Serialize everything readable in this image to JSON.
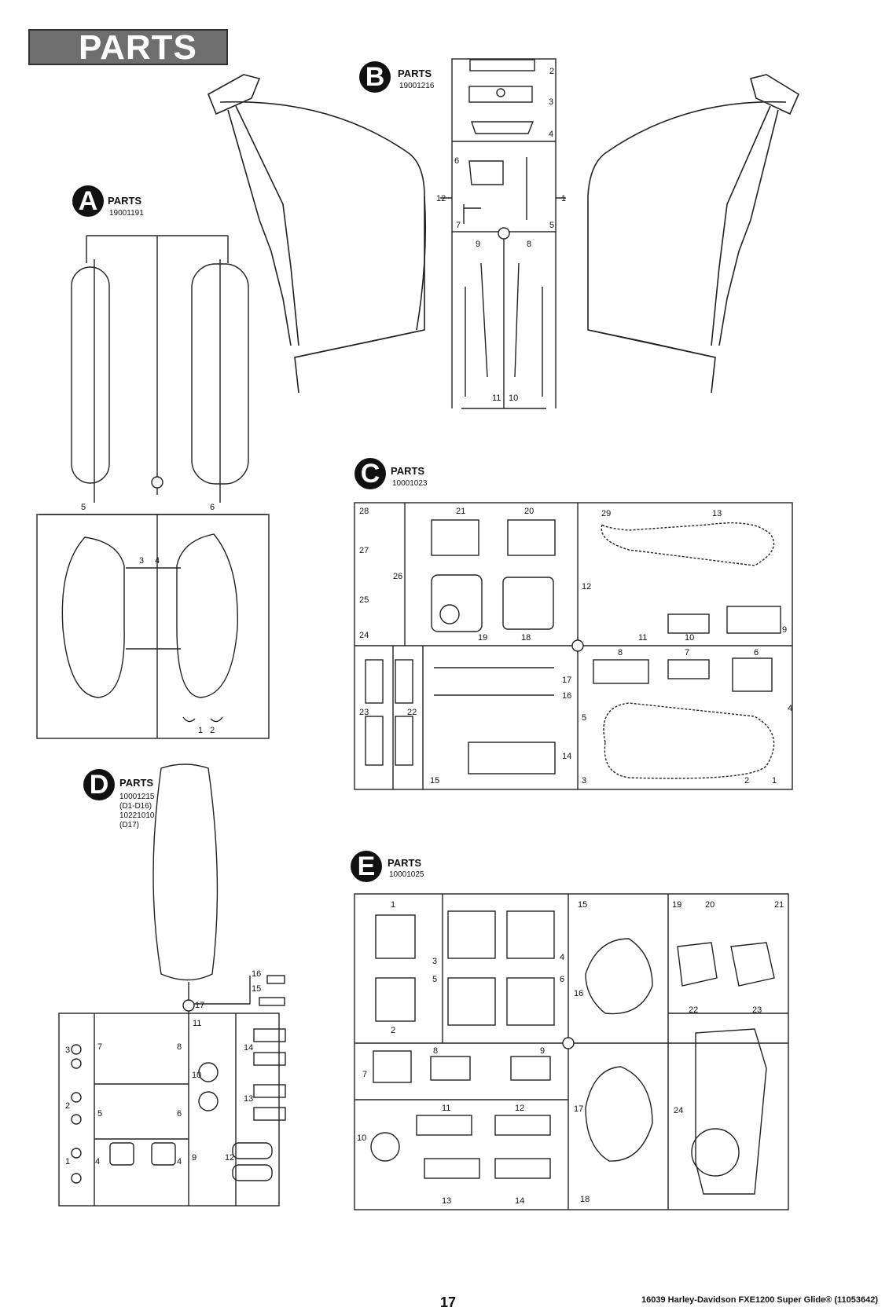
{
  "header": {
    "title": "PARTS"
  },
  "trees": [
    {
      "letter": "A",
      "label": "PARTS",
      "code": "19001191"
    },
    {
      "letter": "B",
      "label": "PARTS",
      "code": "19001216"
    },
    {
      "letter": "C",
      "label": "PARTS",
      "code": "10001023"
    },
    {
      "letter": "D",
      "label": "PARTS",
      "code": "10001215\n(D1-D16)\n10221010\n(D17)"
    },
    {
      "letter": "E",
      "label": "PARTS",
      "code": "10001025"
    }
  ],
  "part_numbers": {
    "A": [
      "5",
      "6",
      "3",
      "4",
      "1",
      "2"
    ],
    "B": [
      "2",
      "3",
      "4",
      "6",
      "12",
      "1",
      "7",
      "5",
      "9",
      "8",
      "11",
      "10"
    ],
    "C": [
      "28",
      "21",
      "20",
      "29",
      "13",
      "27",
      "26",
      "12",
      "25",
      "24",
      "19",
      "18",
      "11",
      "10",
      "9",
      "8",
      "7",
      "6",
      "17",
      "16",
      "23",
      "22",
      "5",
      "4",
      "14",
      "15",
      "3",
      "2",
      "1"
    ],
    "D": [
      "16",
      "15",
      "17",
      "3",
      "7",
      "8",
      "11",
      "14",
      "10",
      "2",
      "5",
      "6",
      "13",
      "1",
      "4",
      "4",
      "9",
      "12"
    ],
    "E": [
      "1",
      "3",
      "4",
      "5",
      "6",
      "2",
      "15",
      "16",
      "19",
      "20",
      "21",
      "22",
      "23",
      "7",
      "8",
      "9",
      "10",
      "11",
      "12",
      "13",
      "14",
      "17",
      "18",
      "24"
    ]
  },
  "footer": {
    "page": "17",
    "text": "16039 Harley-Davidson FXE1200 Super Glide® (11053642)"
  }
}
